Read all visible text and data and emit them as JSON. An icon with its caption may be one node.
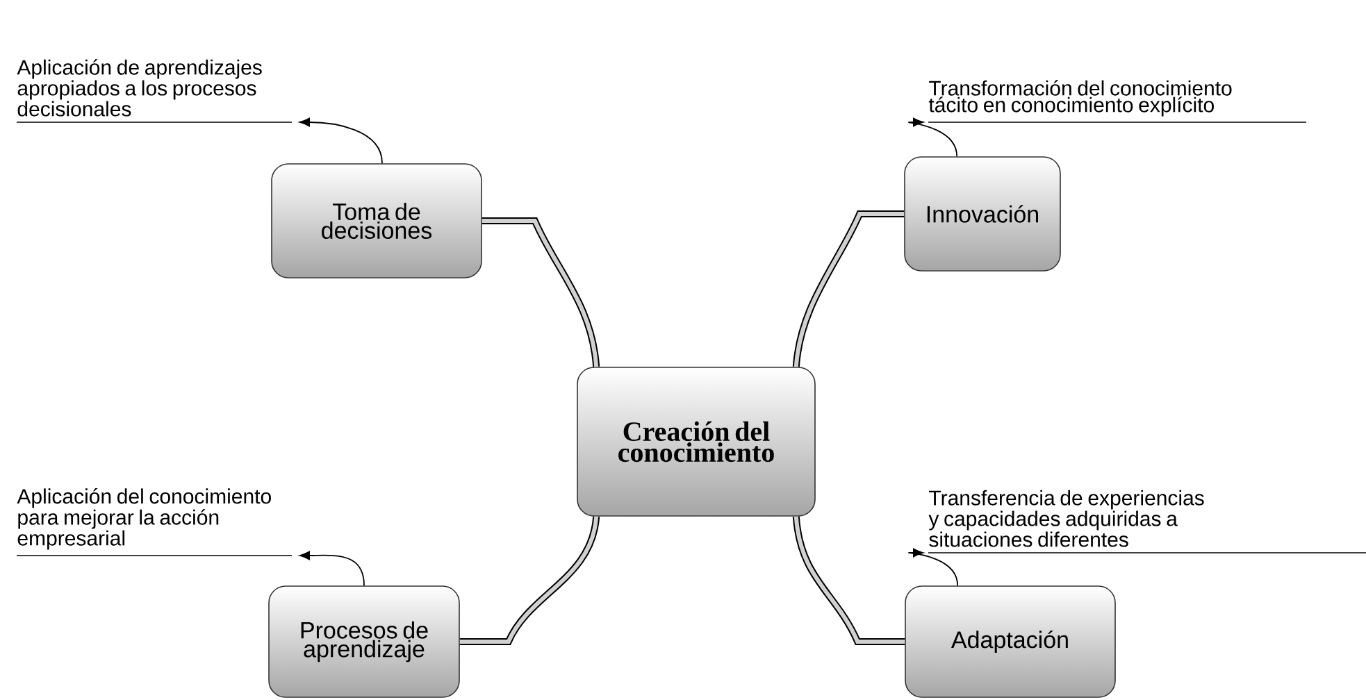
{
  "diagram": {
    "nodes": [
      {
        "text": [
          "Creación del conocimiento"
        ]
      },
      {
        "text": [
          "Toma de decisiones"
        ]
      },
      {
        "text": [
          "Innovación"
        ]
      },
      {
        "text": [
          "Procesos de aprendizaje"
        ]
      },
      {
        "text": [
          "Adaptación"
        ]
      },
      {
        "text": [
          "Aplicación de aprendizajes apropiados a los procesos decisionales"
        ]
      },
      {
        "text": [
          "Transformación del conocimiento tácito en conocimiento explícito"
        ]
      },
      {
        "text": [
          "Aplicación del conocimiento para mejorar la acción empresarial"
        ]
      },
      {
        "text": [
          "Transferencia de experiencias y capacidades adquiridas a situaciones diferentes"
        ]
      }
    ],
    "edges": [
      {
        "from": 0,
        "to": 1,
        "arrow": "none",
        "style": "thick"
      },
      {
        "from": 0,
        "to": 2,
        "arrow": "none",
        "style": "thick"
      },
      {
        "from": 0,
        "to": 3,
        "arrow": "none",
        "style": "thick"
      },
      {
        "from": 0,
        "to": 4,
        "arrow": "none",
        "style": "thick"
      },
      {
        "from": 1,
        "to": 5,
        "arrow": "to"
      },
      {
        "from": 2,
        "to": 6,
        "arrow": "to"
      },
      {
        "from": 3,
        "to": 7,
        "arrow": "to"
      },
      {
        "from": 4,
        "to": 8,
        "arrow": "to"
      }
    ]
  }
}
